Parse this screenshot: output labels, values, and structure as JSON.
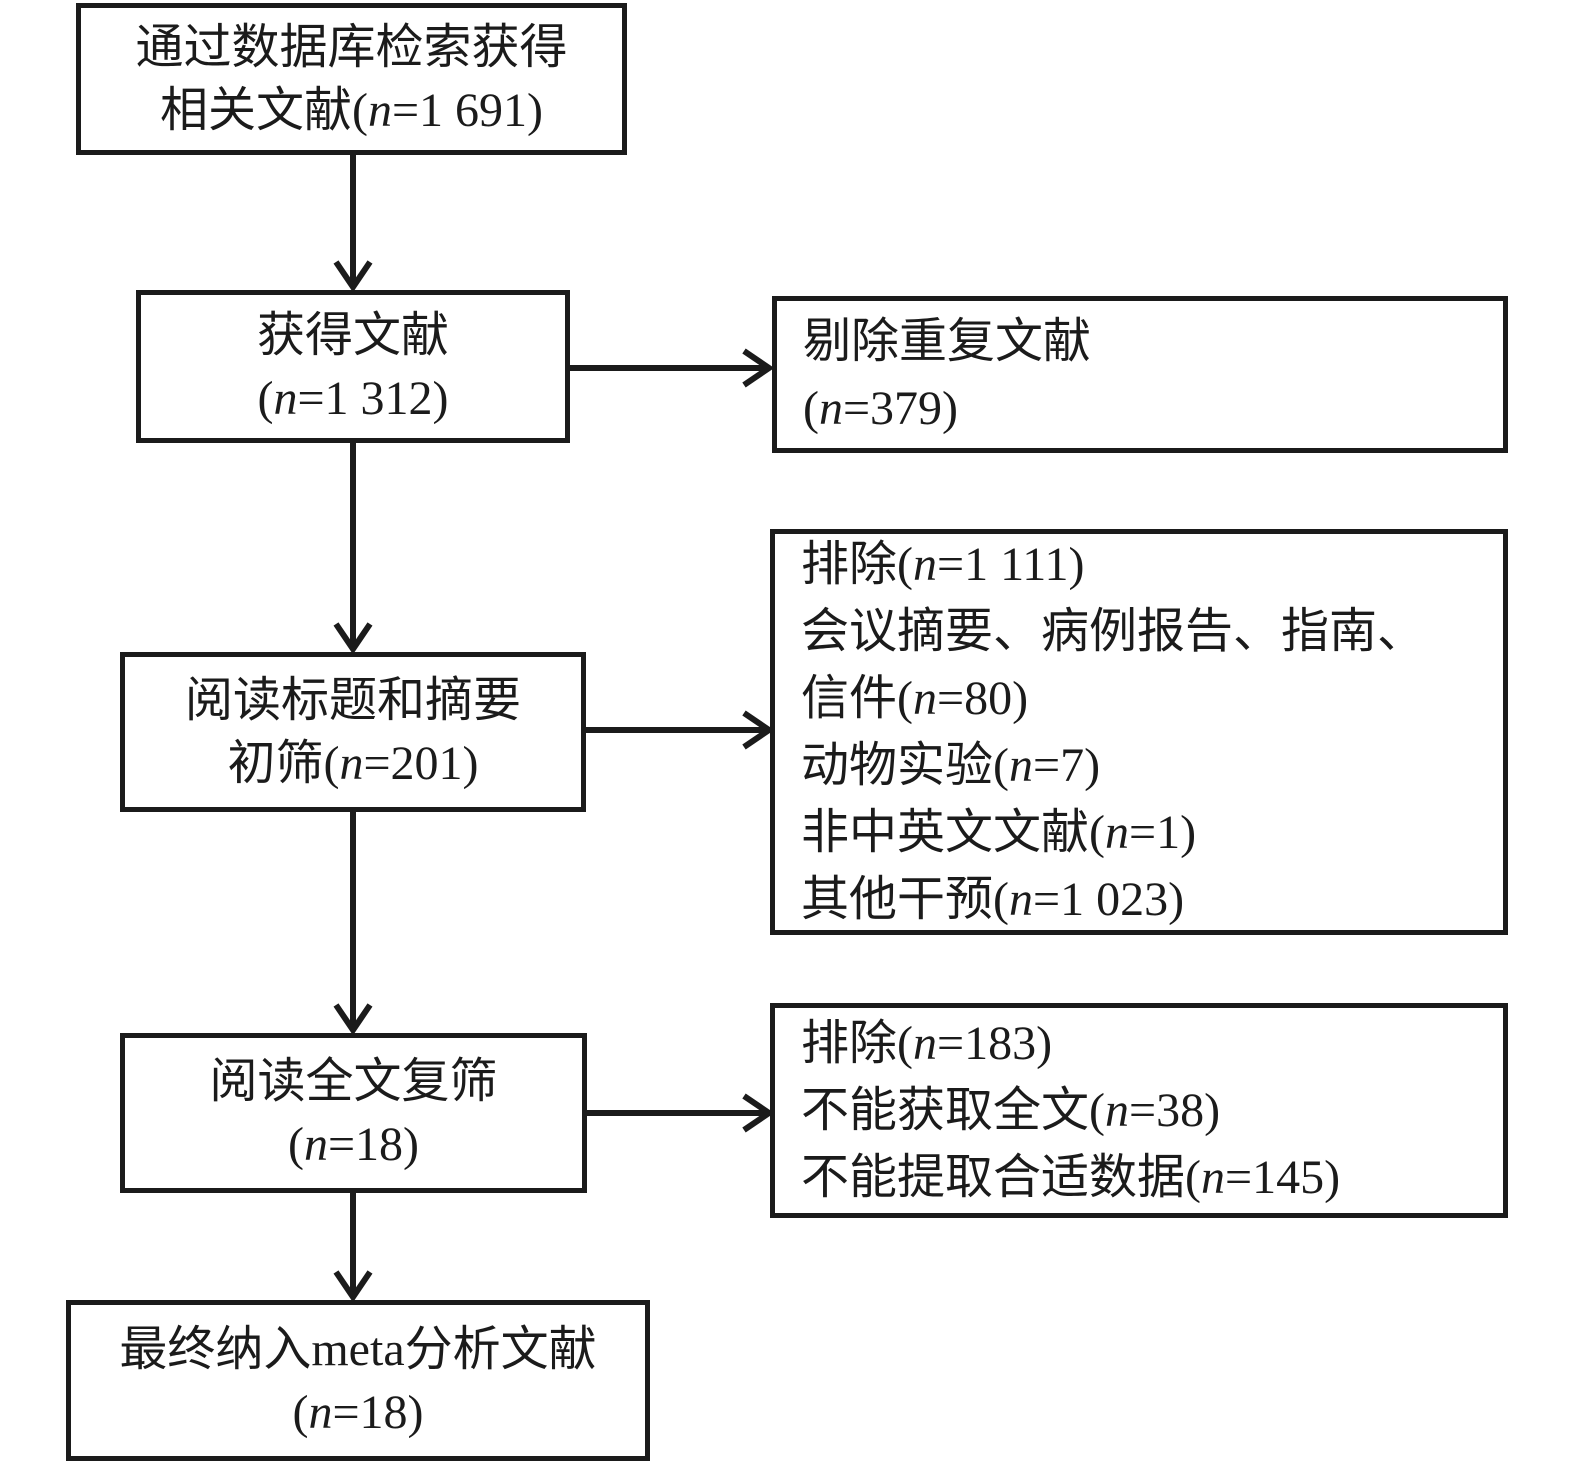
{
  "diagram": {
    "type": "flowchart",
    "language": "zh",
    "colors": {
      "line": "#1b1b1b",
      "text": "#1b1b1b",
      "background": "#ffffff"
    },
    "main": [
      {
        "id": "database-search",
        "lines": [
          "通过数据库检索获得",
          "相关文献(n=1 691)"
        ]
      },
      {
        "id": "records-retrieved",
        "lines": [
          "获得文献",
          "(n=1 312)"
        ]
      },
      {
        "id": "title-abstract-screen",
        "lines": [
          "阅读标题和摘要",
          "初筛(n=201)"
        ]
      },
      {
        "id": "fulltext-screen",
        "lines": [
          "阅读全文复筛",
          "(n=18)"
        ]
      },
      {
        "id": "final-included",
        "lines": [
          "最终纳入meta分析文献",
          "(n=18)"
        ]
      }
    ],
    "side": [
      {
        "id": "duplicates-removed",
        "lines": [
          "剔除重复文献",
          "(n=379)"
        ]
      },
      {
        "id": "excluded-initial",
        "lines": [
          "排除(n=1 111)",
          "会议摘要、病例报告、指南、",
          "信件(n=80)",
          "动物实验(n=7)",
          "非中英文文献(n=1)",
          "其他干预(n=1 023)"
        ]
      },
      {
        "id": "excluded-fulltext",
        "lines": [
          "排除(n=183)",
          "不能获取全文(n=38)",
          "不能提取合适数据(n=145)"
        ]
      }
    ]
  }
}
